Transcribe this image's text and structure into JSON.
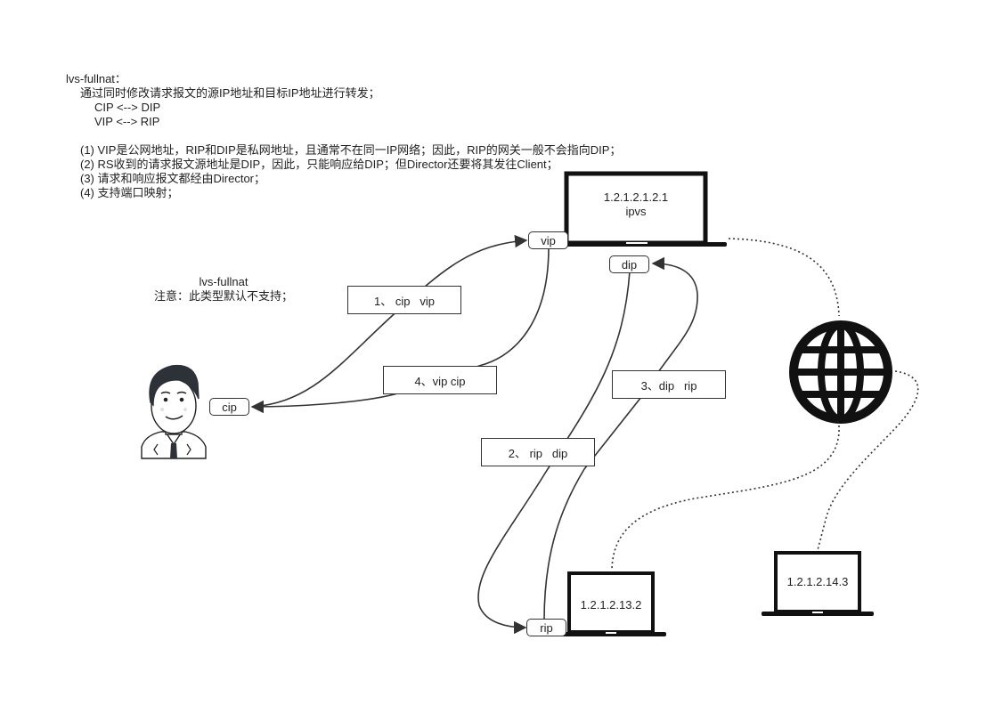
{
  "description": {
    "title": "lvs-fullnat：",
    "line1": "通过同时修改请求报文的源IP地址和目标IP地址进行转发；",
    "line2": "CIP <--> DIP",
    "line3": "VIP <--> RIP",
    "point1": "(1) VIP是公网地址，RIP和DIP是私网地址，且通常不在同一IP网络；因此，RIP的网关一般不会指向DIP；",
    "point2": "(2) RS收到的请求报文源地址是DIP，因此，只能响应给DIP；但Director还要将其发往Client；",
    "point3": "(3) 请求和响应报文都经由Director；",
    "point4": "(4) 支持端口映射；"
  },
  "note": {
    "title": "lvs-fullnat",
    "text": "注意：此类型默认不支持；"
  },
  "director": {
    "ip": "1.2.1.2.1.2.1",
    "label": "ipvs"
  },
  "server1": {
    "ip": "1.2.1.2.13.2"
  },
  "server2": {
    "ip": "1.2.1.2.14.3"
  },
  "ports": {
    "vip": "vip",
    "dip": "dip",
    "cip": "cip",
    "rip": "rip"
  },
  "steps": {
    "s1": "1、 cip   vip",
    "s2": "2、 rip   dip",
    "s3": "3、dip   rip",
    "s4": "4、vip cip"
  },
  "icons": {
    "client": "user-avatar-icon",
    "internet": "globe-icon",
    "hosts": "laptop-icon"
  }
}
